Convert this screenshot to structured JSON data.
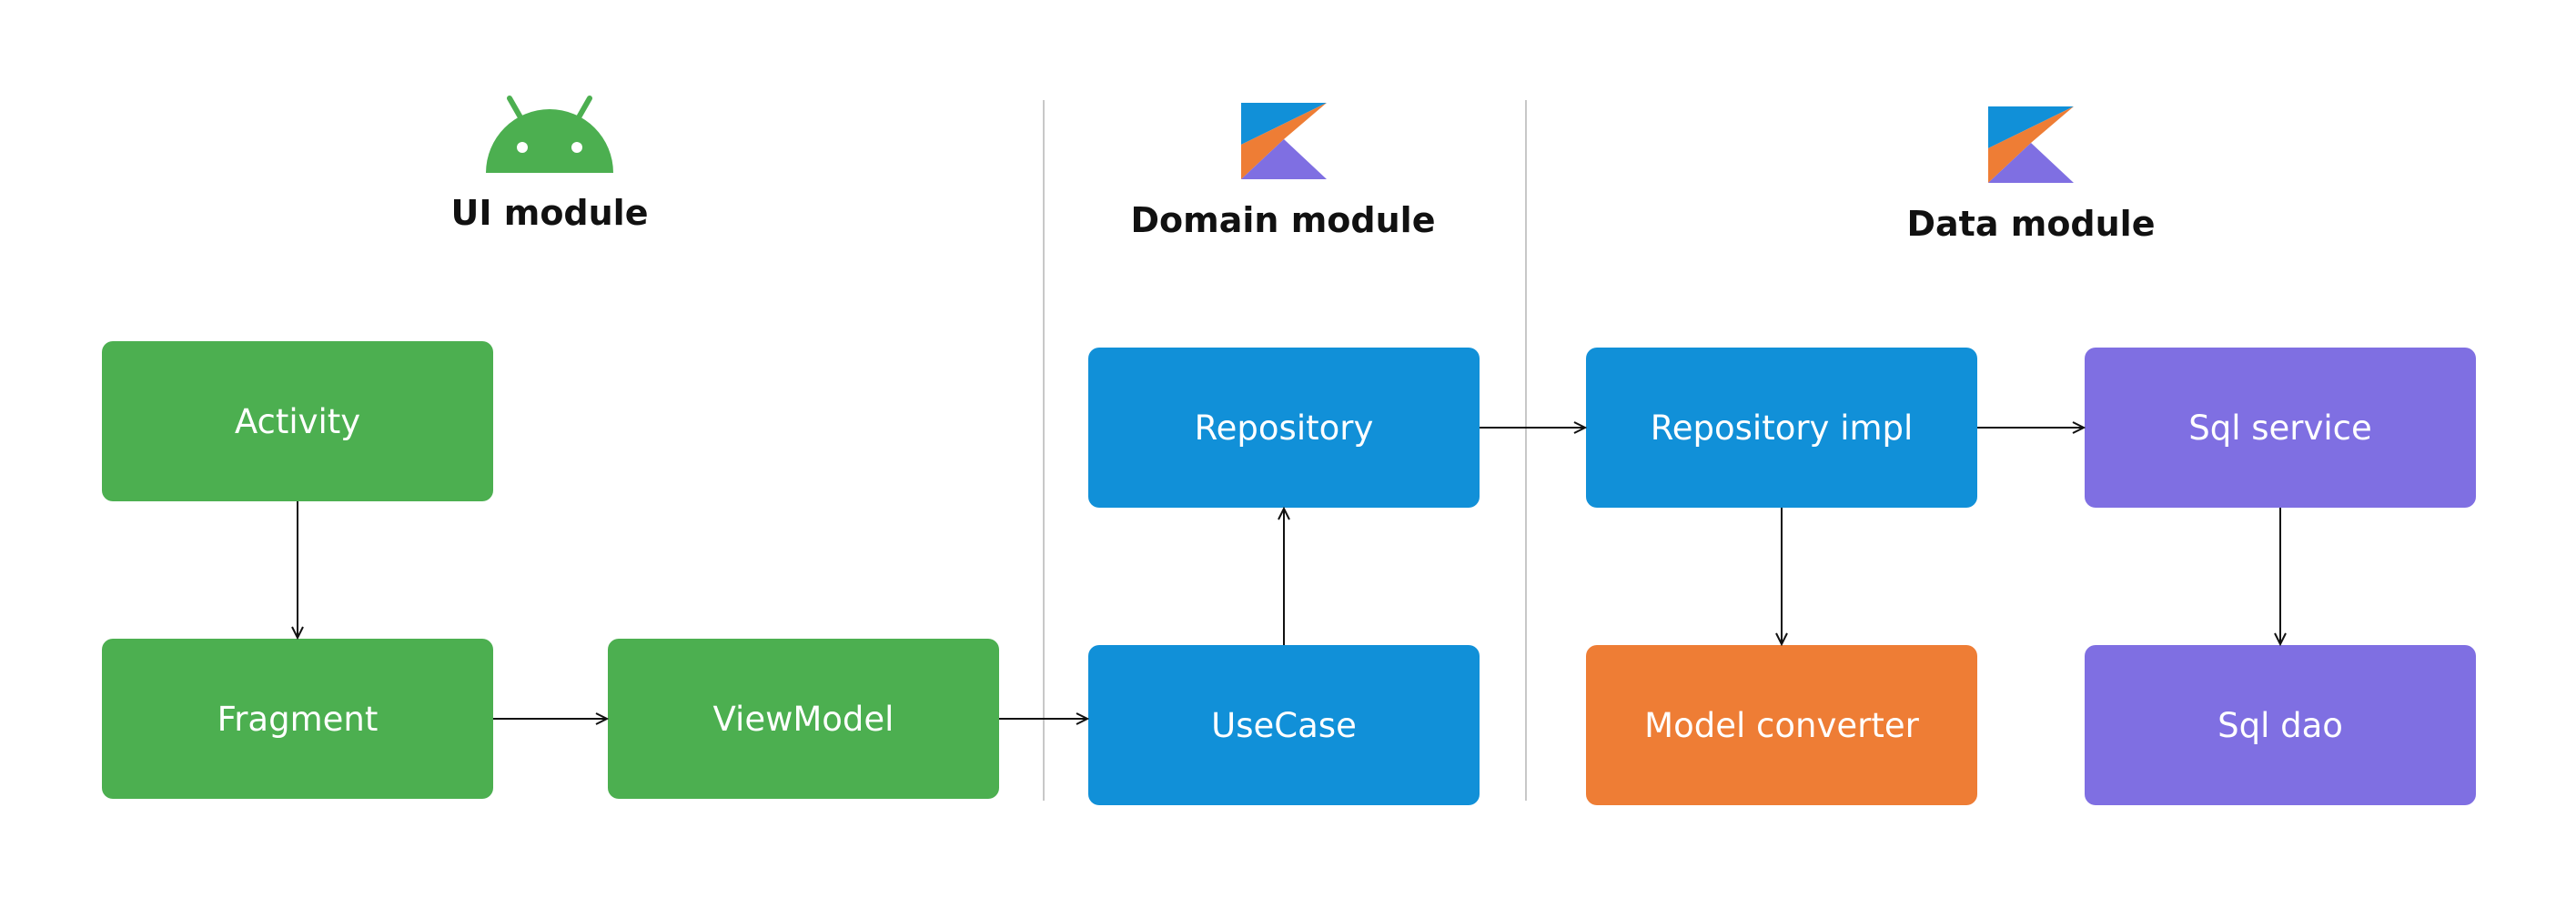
{
  "modules": {
    "ui": {
      "title": "UI module",
      "logo_icon": "android-icon"
    },
    "domain": {
      "title": "Domain module",
      "logo_icon": "kotlin-icon"
    },
    "data": {
      "title": "Data module",
      "logo_icon": "kotlin-icon"
    }
  },
  "nodes": {
    "activity": "Activity",
    "fragment": "Fragment",
    "viewmodel": "ViewModel",
    "repository": "Repository",
    "usecase": "UseCase",
    "repository_impl": "Repository impl",
    "model_converter": "Model converter",
    "sql_service": "Sql service",
    "sql_dao": "Sql dao"
  },
  "edges": [
    {
      "from": "Activity",
      "to": "Fragment"
    },
    {
      "from": "Fragment",
      "to": "ViewModel"
    },
    {
      "from": "ViewModel",
      "to": "UseCase"
    },
    {
      "from": "UseCase",
      "to": "Repository"
    },
    {
      "from": "Repository",
      "to": "Repository impl"
    },
    {
      "from": "Repository impl",
      "to": "Sql service"
    },
    {
      "from": "Repository impl",
      "to": "Model converter"
    },
    {
      "from": "Sql service",
      "to": "Sql dao"
    }
  ],
  "colors": {
    "ui": "#4caf50",
    "domain": "#1190d8",
    "data_sql": "#7f6fe2",
    "converter": "#ee7d35"
  }
}
